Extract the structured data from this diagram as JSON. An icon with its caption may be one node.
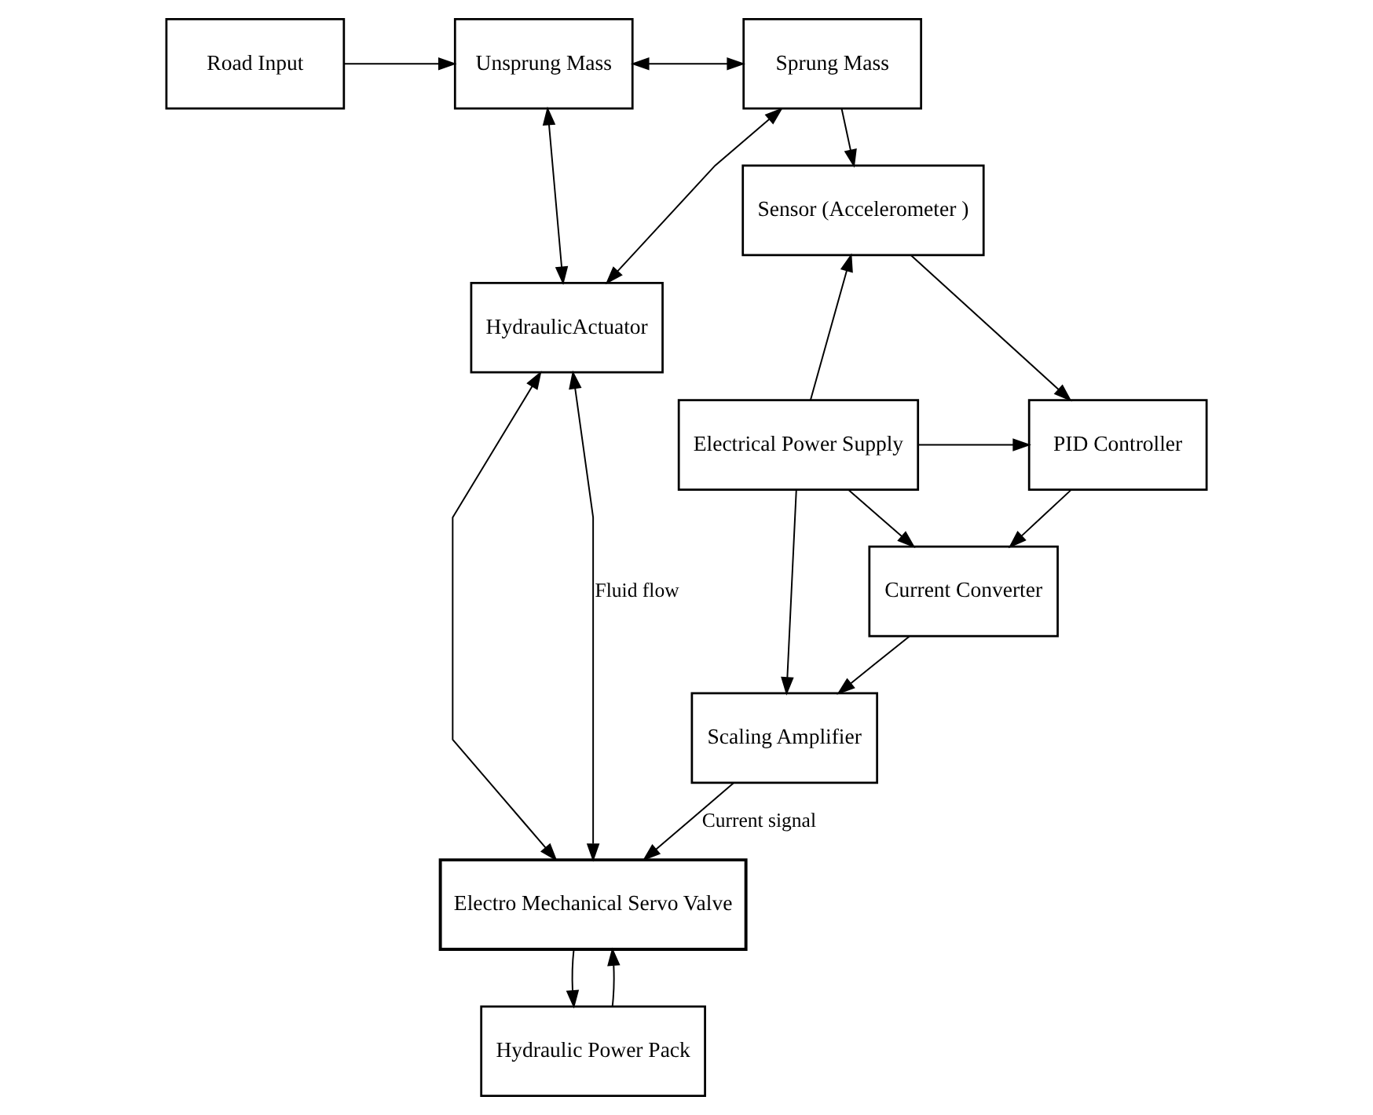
{
  "diagram": {
    "nodes": [
      {
        "text": [
          "Road Input"
        ]
      },
      {
        "text": [
          "Unsprung Mass"
        ]
      },
      {
        "text": [
          "HydraulicActuator"
        ]
      },
      {
        "text": [
          "Sprung Mass"
        ]
      },
      {
        "text": [
          "Sensor (Accelerometer )"
        ]
      },
      {
        "text": [
          "PID Controller"
        ]
      },
      {
        "text": [
          "Electrical Power Supply"
        ]
      },
      {
        "text": [
          "Current Converter"
        ]
      },
      {
        "text": [
          "Electro Mechanical Servo Valve"
        ]
      },
      {
        "text": [
          "Scaling Amplifier"
        ]
      },
      {
        "text": [
          "Hydraulic Power Pack"
        ]
      }
    ],
    "edges": [
      {
        "from": 0,
        "to": 1,
        "arrow": "to"
      },
      {
        "from": 1,
        "to": 3,
        "arrow": "both"
      },
      {
        "from": 1,
        "to": 2,
        "arrow": "both"
      },
      {
        "from": 2,
        "to": 3,
        "arrow": "both"
      },
      {
        "from": 3,
        "to": 4,
        "arrow": "to"
      },
      {
        "from": 2,
        "to": 8,
        "arrow": "both"
      },
      {
        "from": 2,
        "to": 8,
        "arrow": "both",
        "label": "Fluid flow"
      },
      {
        "from": 6,
        "to": 4,
        "arrow": "to"
      },
      {
        "from": 4,
        "to": 5,
        "arrow": "to"
      },
      {
        "from": 6,
        "to": 5,
        "arrow": "to"
      },
      {
        "from": 5,
        "to": 7,
        "arrow": "to"
      },
      {
        "from": 6,
        "to": 7,
        "arrow": "to"
      },
      {
        "from": 7,
        "to": 9,
        "arrow": "to"
      },
      {
        "from": 6,
        "to": 9,
        "arrow": "to"
      },
      {
        "from": 9,
        "to": 8,
        "arrow": "to",
        "label": "Current signal"
      },
      {
        "from": 10,
        "to": 8,
        "arrow": "to"
      },
      {
        "from": 8,
        "to": 10,
        "arrow": "to"
      }
    ]
  }
}
